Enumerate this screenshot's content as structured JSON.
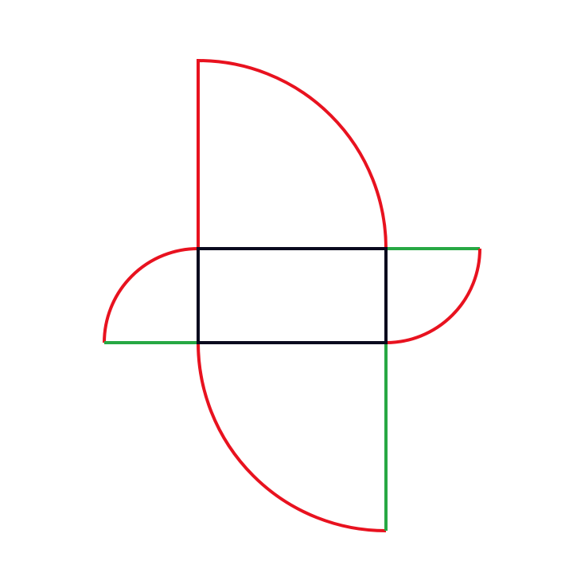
{
  "diagram": {
    "colors": {
      "background": "#ffffff",
      "rectangle": "#0a0a1e",
      "arc": "#e8121f",
      "edge": "#27a844"
    },
    "shapes": [
      {
        "name": "central-rectangle",
        "kind": "rectangle",
        "color_key": "rectangle"
      },
      {
        "name": "large-quarter-circle-top",
        "kind": "quarter-circle",
        "color_key": "arc"
      },
      {
        "name": "large-quarter-circle-bottom",
        "kind": "quarter-circle",
        "color_key": "arc"
      },
      {
        "name": "small-quarter-circle-left",
        "kind": "quarter-circle",
        "color_key": "arc"
      },
      {
        "name": "small-quarter-circle-right",
        "kind": "quarter-circle",
        "color_key": "arc"
      }
    ]
  }
}
